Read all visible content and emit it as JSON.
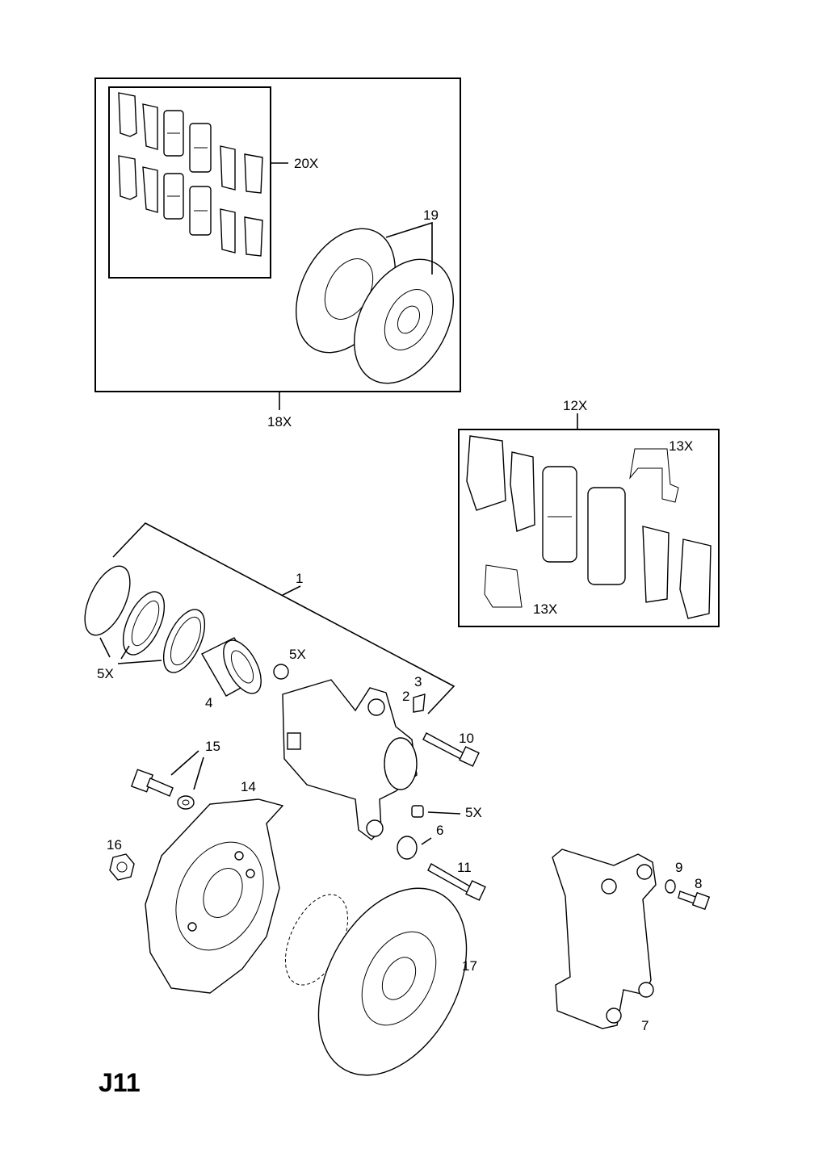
{
  "diagram": {
    "code": "J11",
    "labels": {
      "l20x": "20X",
      "l19": "19",
      "l18x": "18X",
      "l12x": "12X",
      "l13x_top": "13X",
      "l13x_bottom": "13X",
      "l1": "1",
      "l5x_left": "5X",
      "l5x_seal": "5X",
      "l5x_right": "5X",
      "l4": "4",
      "l3": "3",
      "l2": "2",
      "l10": "10",
      "l15": "15",
      "l14": "14",
      "l16": "16",
      "l6": "6",
      "l11": "11",
      "l9": "9",
      "l8": "8",
      "l17": "17",
      "l7": "7"
    }
  }
}
